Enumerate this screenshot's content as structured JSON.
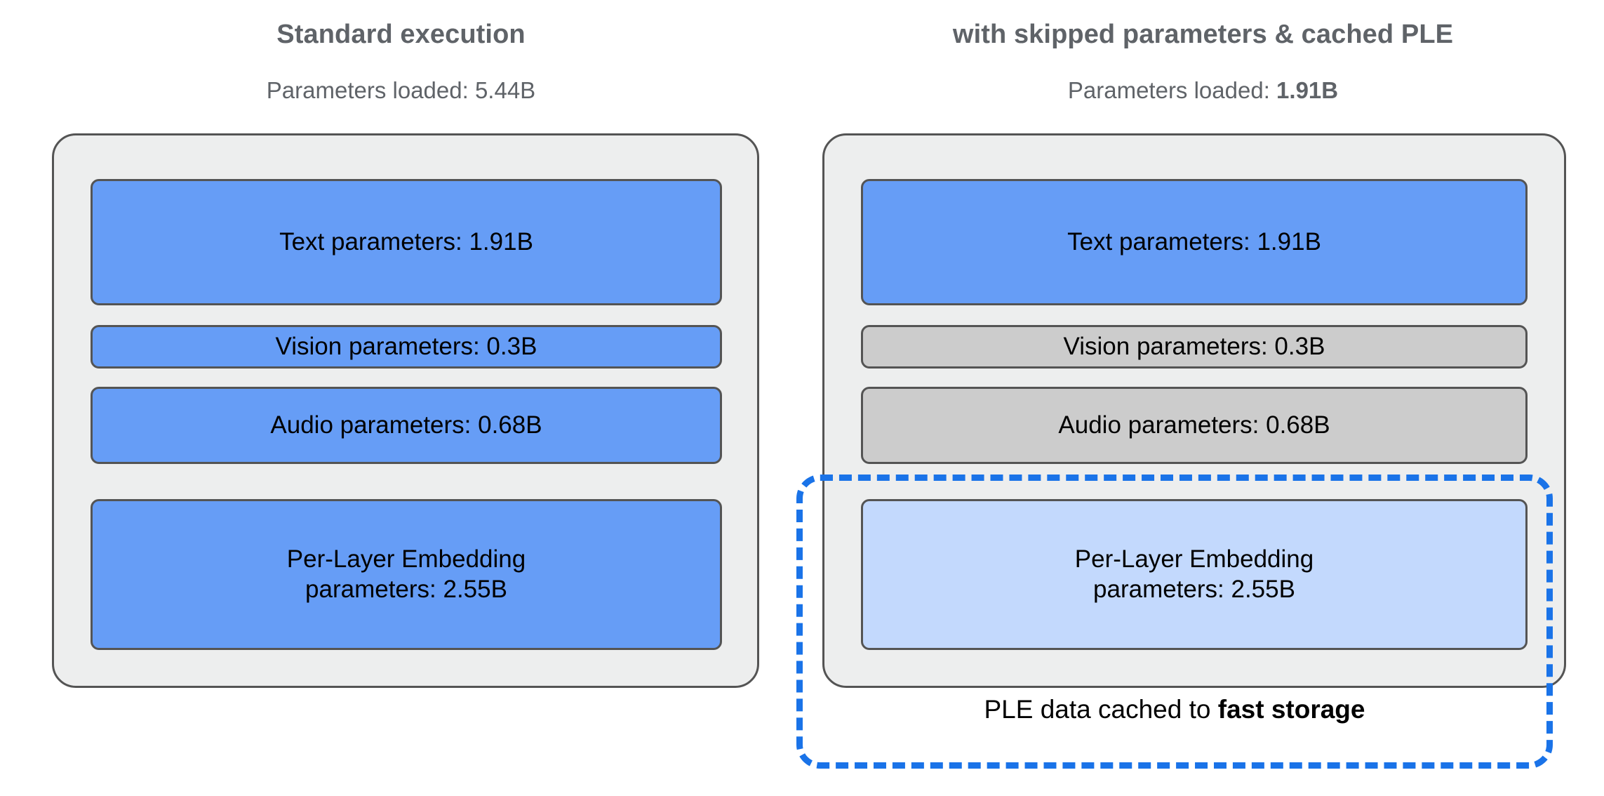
{
  "panels": [
    {
      "id": "standard",
      "title": "Standard execution",
      "subtitle_prefix": "Parameters loaded: ",
      "subtitle_value": "5.44B",
      "subtitle_value_bold": false,
      "bars": [
        {
          "name": "text",
          "label": "Text parameters: 1.91B",
          "state": "active"
        },
        {
          "name": "vision",
          "label": "Vision parameters: 0.3B",
          "state": "active"
        },
        {
          "name": "audio",
          "label": "Audio parameters: 0.68B",
          "state": "active"
        },
        {
          "name": "ple",
          "label": "Per-Layer Embedding\nparameters: 2.55B",
          "state": "active"
        }
      ]
    },
    {
      "id": "skipped",
      "title": "with skipped parameters & cached PLE",
      "subtitle_prefix": "Parameters loaded: ",
      "subtitle_value": "1.91B",
      "subtitle_value_bold": true,
      "bars": [
        {
          "name": "text",
          "label": "Text parameters: 1.91B",
          "state": "active"
        },
        {
          "name": "vision",
          "label": "Vision parameters: 0.3B",
          "state": "skipped"
        },
        {
          "name": "audio",
          "label": "Audio parameters: 0.68B",
          "state": "skipped"
        },
        {
          "name": "ple",
          "label": "Per-Layer Embedding\nparameters: 2.55B",
          "state": "cached"
        }
      ]
    }
  ],
  "cache_region": {
    "caption_prefix": "PLE data cached to ",
    "caption_emphasis": "fast storage"
  },
  "colors": {
    "active_blue": "#669df6",
    "skipped_gray": "#cccccc",
    "cached_light_blue": "#c3d9fd",
    "container_fill": "#edeeee",
    "stroke": "#545454",
    "dashed_accent": "#1a73e8",
    "title_text": "#5f6368",
    "body_text": "#000000",
    "background": "#ffffff"
  }
}
